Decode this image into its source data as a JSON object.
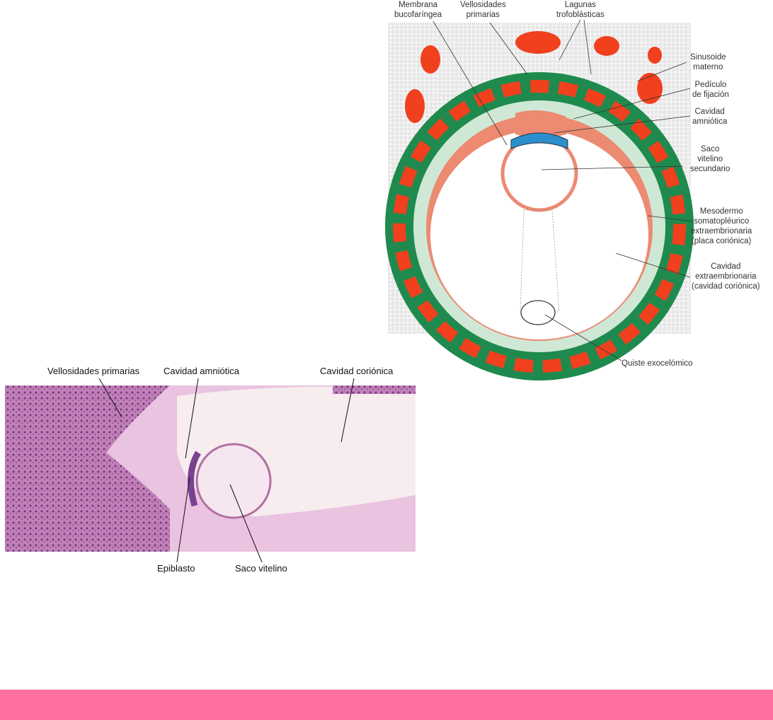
{
  "diagram": {
    "labels": {
      "membrana": "Membrana\nbucofaríngea",
      "vellosidades": "Vellosidades\nprimarias",
      "lagunas": "Lagunas\ntrofoblásticas",
      "sinusoide": "Sinusoide\nmaterno",
      "pediculo": "Pedículo\nde fijación",
      "amniotica": "Cavidad\namniótica",
      "saco": "Saco\nvitelino\nsecundario",
      "mesodermo": "Mesodermo\nsomatopléurico\nextraembrionaria\n(placa coriónica)",
      "extraemb": "Cavidad\nextraembrionaria\n(cavidad coriónica)",
      "quiste": "Quiste exocelómico"
    },
    "colors": {
      "red": "#f0401e",
      "green": "#1f8a4e",
      "lightgreen": "#cfe8d6",
      "salmon": "#ec8a72",
      "blue": "#2a8fcc"
    }
  },
  "micrograph": {
    "labels": {
      "vellosidades": "Vellosidades primarias",
      "amniotica": "Cavidad amniótica",
      "corionica": "Cavidad coriónica",
      "epiblasto": "Epiblasto",
      "saco": "Saco vitelino"
    }
  },
  "footer": {
    "color": "#fd6fa0"
  }
}
